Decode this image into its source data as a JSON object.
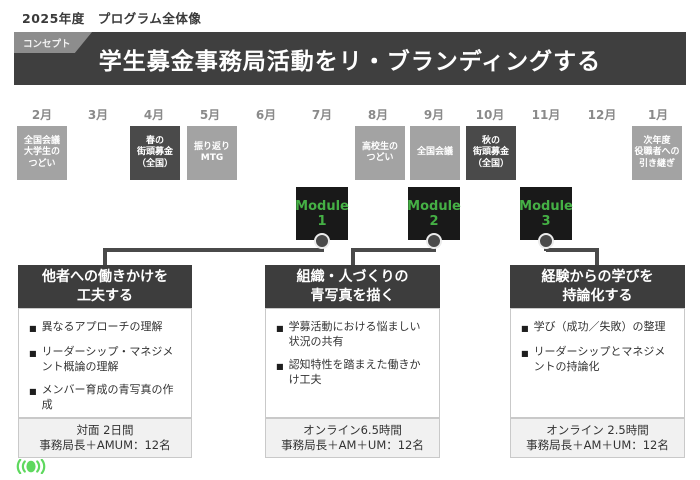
{
  "page": {
    "title": "2025年度　プログラム全体像"
  },
  "concept": {
    "tag": "コンセプト",
    "title": "学生募金事務局活動をリ・ブランディングする"
  },
  "timeline": {
    "months": [
      "2月",
      "3月",
      "4月",
      "5月",
      "6月",
      "7月",
      "8月",
      "9月",
      "10月",
      "11月",
      "12月",
      "1月"
    ],
    "events": [
      {
        "month": "2月",
        "variant": "gray",
        "lines": [
          "全国会議",
          "大学生の",
          "つどい"
        ]
      },
      {
        "month": "4月",
        "variant": "dark",
        "lines": [
          "春の",
          "街頭募金",
          "（全国）"
        ]
      },
      {
        "month": "5月",
        "variant": "gray",
        "lines": [
          "振り返り",
          "MTG"
        ]
      },
      {
        "month": "8月",
        "variant": "gray",
        "lines": [
          "高校生の",
          "つどい"
        ]
      },
      {
        "month": "9月",
        "variant": "gray",
        "lines": [
          "全国会議"
        ]
      },
      {
        "month": "10月",
        "variant": "dark",
        "lines": [
          "秋の",
          "街頭募金",
          "（全国）"
        ]
      },
      {
        "month": "1月",
        "variant": "gray",
        "lines": [
          "次年度",
          "役職者への",
          "引き継ぎ"
        ]
      }
    ]
  },
  "modules": [
    {
      "name": "Module",
      "number": "1"
    },
    {
      "name": "Module",
      "number": "2"
    },
    {
      "name": "Module",
      "number": "3"
    }
  ],
  "columns": [
    {
      "title_lines": [
        "他者への働きかけを",
        "工夫する"
      ],
      "bullets": [
        "異なるアプローチの理解",
        "リーダーシップ・マネジメント概論の理解",
        "メンバー育成の青写真の作成"
      ],
      "footer_lines": [
        "対面 2日間",
        "事務局長＋AMUM：12名"
      ]
    },
    {
      "title_lines": [
        "組織・人づくりの",
        "青写真を描く"
      ],
      "bullets": [
        "学募活動における悩ましい状況の共有",
        "認知特性を踏まえた働きかけ工夫"
      ],
      "footer_lines": [
        "オンライン6.5時間",
        "事務局長＋AM＋UM：12名"
      ]
    },
    {
      "title_lines": [
        "経験からの学びを",
        "持論化する"
      ],
      "bullets": [
        "学び（成功／失敗）の整理",
        "リーダーシップとマネジメントの持論化"
      ],
      "footer_lines": [
        "オンライン 2.5時間",
        "事務局長＋AM＋UM：12名"
      ]
    }
  ],
  "icons": {
    "logo": "broadcast-logo"
  },
  "colors": {
    "banner": "#3f3f3f",
    "concept_tag": "#8d8d8d",
    "month_label": "#8a8a8a",
    "event_gray": "#a3a3a3",
    "event_dark": "#4a4a4a",
    "module_bg": "#191919",
    "module_green": "#45b045",
    "column_header": "#3d3d3d",
    "connector": "#4a4a4a",
    "footer_bg": "#f1f1f1",
    "logo_green": "#5ed85e"
  }
}
